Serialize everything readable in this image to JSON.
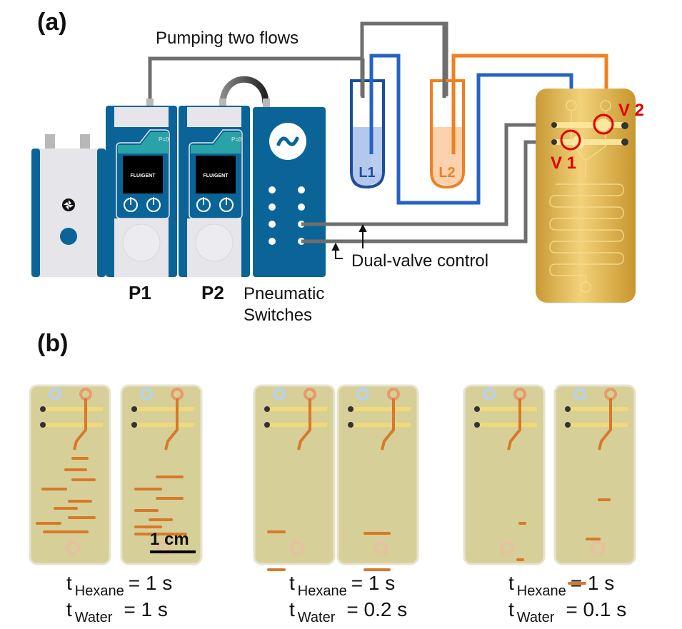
{
  "panels": {
    "a": {
      "label": "(a)",
      "pumping_label": "Pumping two flows",
      "pump_labels": [
        "P1",
        "P2"
      ],
      "pump_brand": "FLUIGENT",
      "pump_display_tag": "P=0",
      "switches_label_line1": "Pneumatic",
      "switches_label_line2": "Switches",
      "control_label": "Dual-valve control",
      "reservoirs": [
        {
          "label": "L1",
          "color": "#2563c4"
        },
        {
          "label": "L2",
          "color": "#f08020"
        }
      ],
      "valves": [
        {
          "label": "V 1"
        },
        {
          "label": "V 2"
        }
      ]
    },
    "b": {
      "label": "(b)",
      "scale_bar": "1 cm",
      "conditions": [
        {
          "hexane_sub": "Hexane",
          "hexane_value": "= 1 s",
          "water_sub": "Water",
          "water_value": "= 1 s"
        },
        {
          "hexane_sub": "Hexane",
          "hexane_value": "= 1 s",
          "water_sub": "Water",
          "water_value": "= 0.2 s"
        },
        {
          "hexane_sub": "Hexane",
          "hexane_value": "= 1 s",
          "water_sub": "Water",
          "water_value": "= 0.1 s"
        }
      ],
      "t_symbol": "t"
    }
  },
  "colors": {
    "device_blue": "#0b6497",
    "device_light": "#e6e6ea",
    "teal": "#2aa3a8",
    "tube_gray": "#6e6e6e",
    "blue_line": "#2563c4",
    "orange_line": "#f08020",
    "chip_gold": "#d9a93c",
    "valve_red": "#e00000",
    "chip_photo": "#d6cf98",
    "segment_orange": "#d8792a"
  }
}
